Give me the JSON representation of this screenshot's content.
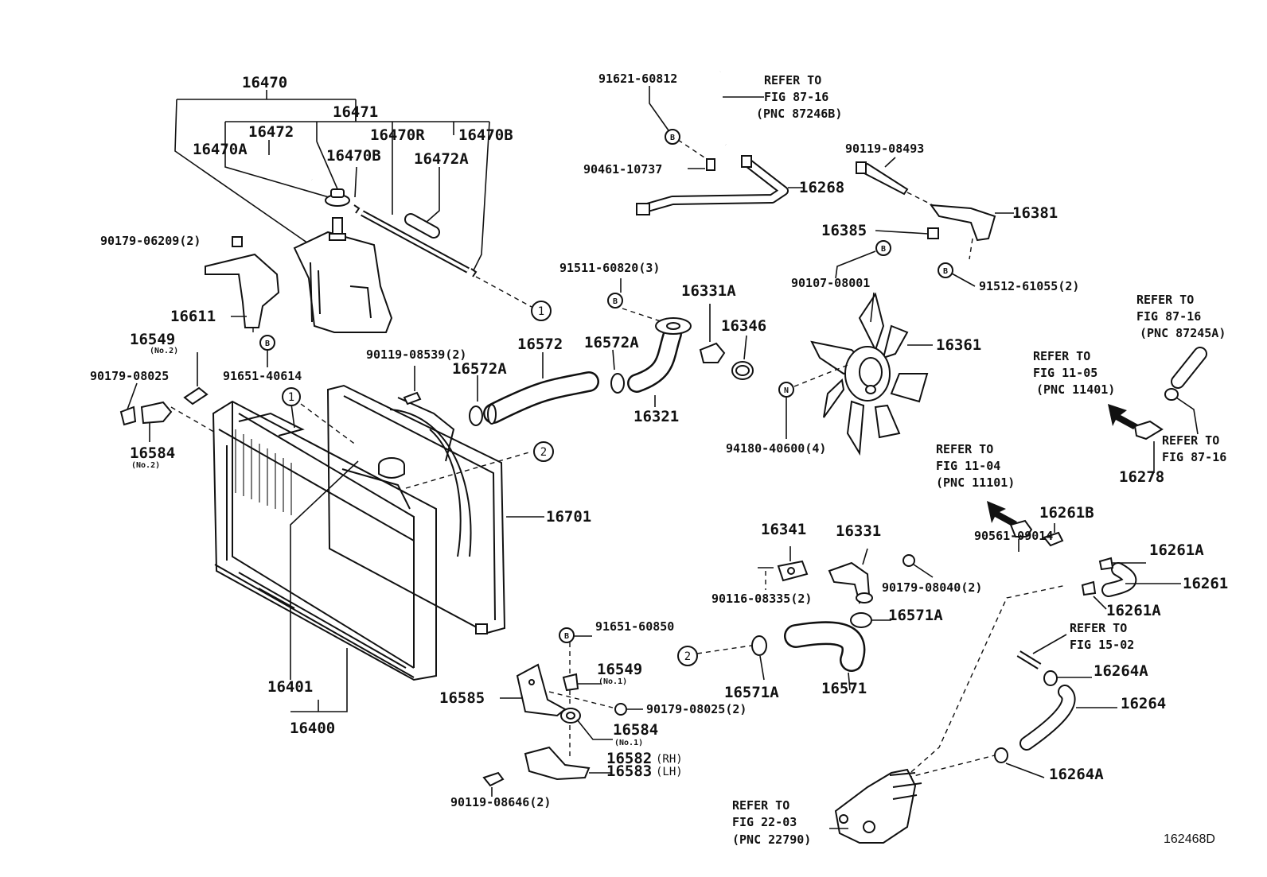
{
  "figure_id": "162468D",
  "parts": {
    "p16470": "16470",
    "p16471": "16471",
    "p16472": "16472",
    "p16470R": "16470R",
    "p16470B_a": "16470B",
    "p16470A": "16470A",
    "p16470B_b": "16470B",
    "p16472A": "16472A",
    "p90179_06209": "90179-06209(2)",
    "p16611": "16611",
    "p16549_2": "16549",
    "p16549_2_sub": "(No.2)",
    "p91651_40614": "91651-40614",
    "p90179_08025_a": "90179-08025",
    "p16584_2": "16584",
    "p16584_2_sub": "(No.2)",
    "p90119_08539": "90119-08539(2)",
    "p16572": "16572",
    "p16572A_a": "16572A",
    "p16572A_b": "16572A",
    "p91511_60820": "91511-60820(3)",
    "p16331A": "16331A",
    "p16346": "16346",
    "p16321": "16321",
    "p91621_60812": "91621-60812",
    "p90461_10737": "90461-10737",
    "p16268": "16268",
    "p90119_08493": "90119-08493",
    "p16381": "16381",
    "p16385": "16385",
    "p90107_08001": "90107-08001",
    "p91512_61055": "91512-61055(2)",
    "p16361": "16361",
    "p94180_40600": "94180-40600(4)",
    "p16701": "16701",
    "p16401": "16401",
    "p16400": "16400",
    "p91651_60850": "91651-60850",
    "p16549_1": "16549",
    "p16549_1_sub": "(No.1)",
    "p16585": "16585",
    "p90179_08025_b": "90179-08025(2)",
    "p16584_1": "16584",
    "p16584_1_sub": "(No.1)",
    "p16582": "16582",
    "p16582_side": "(RH)",
    "p16583": "16583",
    "p16583_side": "(LH)",
    "p90119_08646": "90119-08646(2)",
    "p16341": "16341",
    "p16331": "16331",
    "p90179_08040": "90179-08040(2)",
    "p90116_08335": "90116-08335(2)",
    "p16571A_a": "16571A",
    "p16571A_b": "16571A",
    "p16571": "16571",
    "p16261B": "16261B",
    "p90561_09014": "90561-09014",
    "p16261A_a": "16261A",
    "p16261": "16261",
    "p16261A_b": "16261A",
    "p16264A_a": "16264A",
    "p16264": "16264",
    "p16264A_b": "16264A",
    "p16278": "16278"
  },
  "refs": {
    "r87246B": [
      "REFER TO",
      "FIG 87-16",
      "(PNC 87246B)"
    ],
    "r87245A": [
      "REFER TO",
      "FIG 87-16",
      "(PNC 87245A)"
    ],
    "r11401": [
      "REFER TO",
      "FIG 11-05",
      "(PNC 11401)"
    ],
    "r87_16": [
      "REFER TO",
      "FIG 87-16"
    ],
    "r11101": [
      "REFER TO",
      "FIG 11-04",
      "(PNC 11101)"
    ],
    "r15_02": [
      "REFER TO",
      "FIG 15-02"
    ],
    "r22790": [
      "REFER TO",
      "FIG 22-03",
      "(PNC 22790)"
    ]
  },
  "symbols": {
    "bolt_mark": "B",
    "nut_mark": "N",
    "conn1": "1",
    "conn2": "2"
  }
}
